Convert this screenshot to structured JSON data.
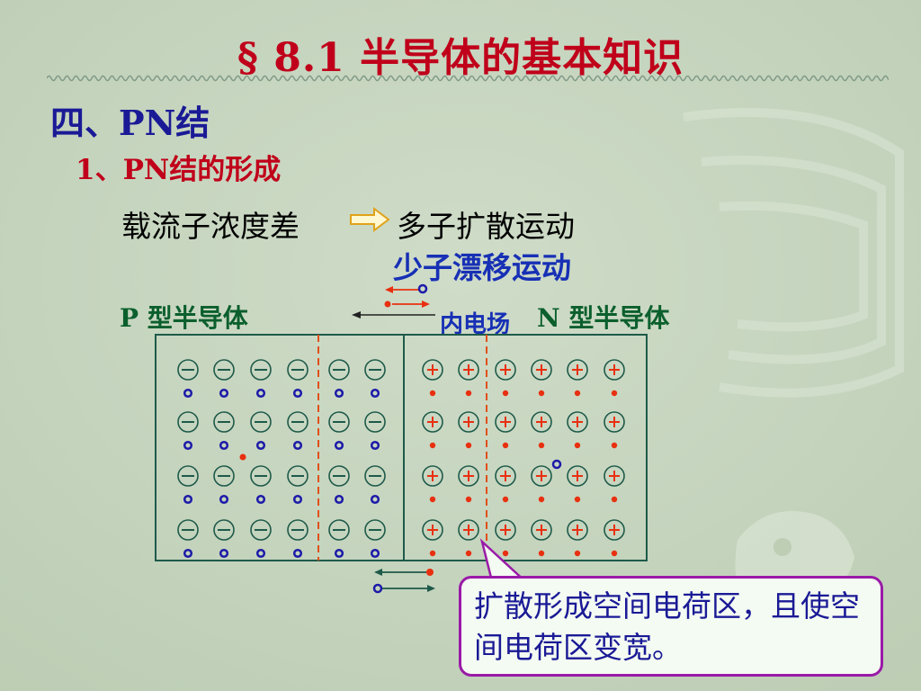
{
  "title": "§ 8.1   半导体的基本知识",
  "heading": "四、PN结",
  "subheading": "1、PN结的形成",
  "carrier_text": "载流子浓度差",
  "majority_text": "多子扩散运动",
  "minority_text": "少子漂移运动",
  "p_label": "P 型半导体",
  "field_label": "内电场",
  "n_label": "N 型半导体",
  "minus_symbol": "—",
  "plus_symbol": "+",
  "callout": "扩散形成空间电荷区，且使空间电荷区变宽。",
  "colors": {
    "title": "#c0001a",
    "heading": "#1a1a96",
    "label_green": "#0b5f2d",
    "field_blue": "#1730b5",
    "hole_blue": "#1c1aa8",
    "electron_red": "#e83010",
    "dashed_orange": "#e0501a",
    "callout_border": "#9a1aa8"
  },
  "icons": [
    "double-arrow-icon",
    "hole-icon",
    "electron-icon",
    "arrow-left-icon"
  ],
  "lattice": {
    "p_columns": 6,
    "n_columns": 6,
    "rows": 4
  }
}
